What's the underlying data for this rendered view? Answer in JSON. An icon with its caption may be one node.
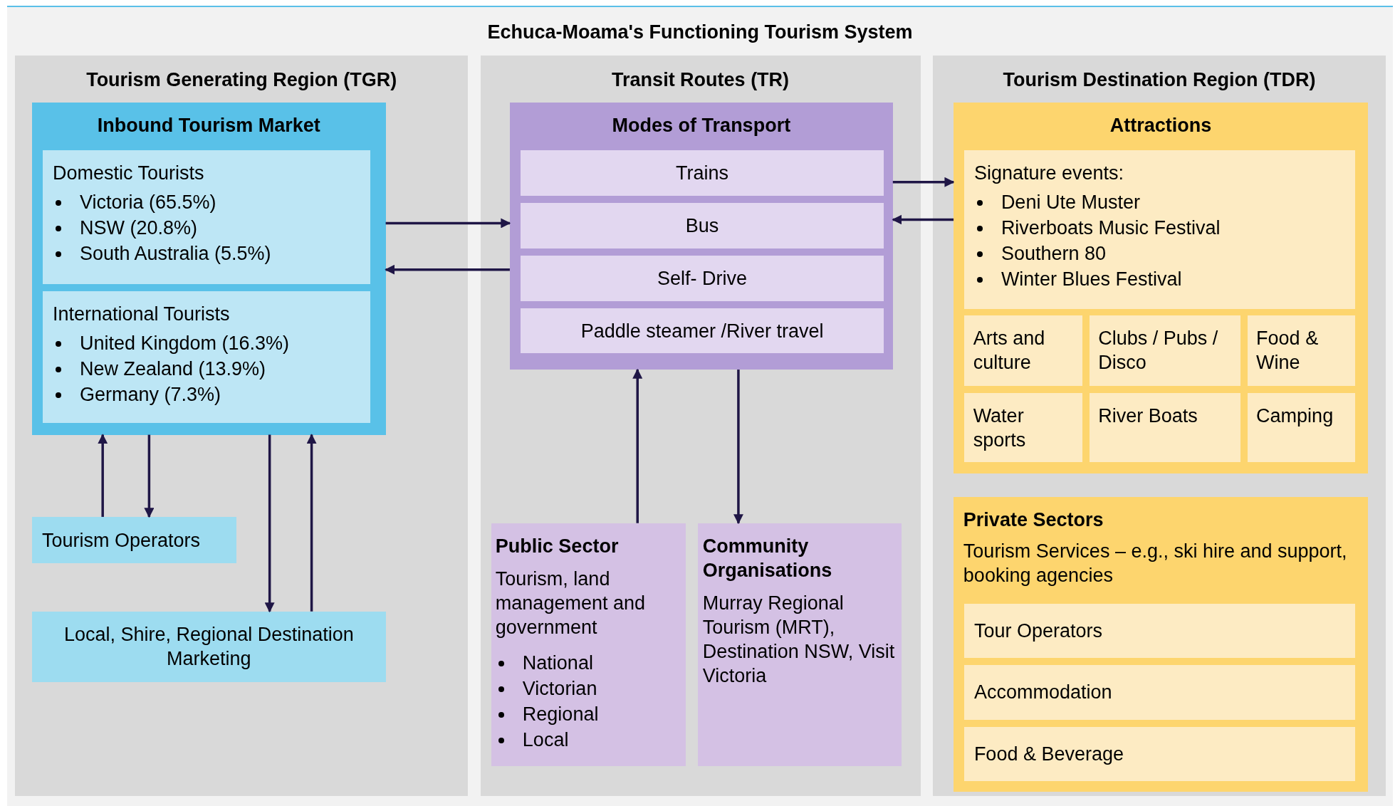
{
  "diagram": {
    "title": "Echuca-Moama's Functioning Tourism System",
    "nodes": [
      {
        "text": [
          "Tourism Generating Region (TGR)"
        ]
      },
      {
        "text": [
          "Inbound Tourism Market"
        ],
        "in": 0
      },
      {
        "text": [
          "Domestic Tourists",
          "Victoria (65.5%)",
          "NSW (20.8%)",
          "South Australia (5.5%)"
        ],
        "in": 1
      },
      {
        "text": [
          "International Tourists",
          "United Kingdom (16.3%)",
          "New Zealand (13.9%)",
          "Germany (7.3%)"
        ],
        "in": 1
      },
      {
        "text": [
          "Tourism Operators"
        ],
        "in": 0
      },
      {
        "text": [
          "Local, Shire, Regional Destination Marketing"
        ],
        "in": 0
      },
      {
        "text": [
          "Transit Routes (TR)"
        ]
      },
      {
        "text": [
          "Modes of Transport"
        ],
        "in": 6
      },
      {
        "text": [
          "Trains"
        ],
        "in": 7
      },
      {
        "text": [
          "Bus"
        ],
        "in": 7
      },
      {
        "text": [
          "Self- Drive"
        ],
        "in": 7
      },
      {
        "text": [
          "Paddle steamer /River travel"
        ],
        "in": 7
      },
      {
        "text": [
          "Public Sector",
          "Tourism, land management and government",
          "National",
          "Victorian",
          "Regional",
          "Local"
        ],
        "in": 6
      },
      {
        "text": [
          "Community Organisations",
          "Murray Regional Tourism (MRT), Destination NSW, Visit Victoria"
        ],
        "in": 6
      },
      {
        "text": [
          "Tourism Destination Region (TDR)"
        ]
      },
      {
        "text": [
          "Attractions"
        ],
        "in": 14
      },
      {
        "text": [
          "Signature events:",
          "Deni Ute Muster",
          "Riverboats Music Festival",
          "Southern 80",
          "Winter Blues Festival"
        ],
        "in": 15
      },
      {
        "text": [
          "Arts and culture"
        ],
        "in": 15
      },
      {
        "text": [
          "Clubs / Pubs / Disco"
        ],
        "in": 15
      },
      {
        "text": [
          "Food & Wine"
        ],
        "in": 15
      },
      {
        "text": [
          "Water sports"
        ],
        "in": 15
      },
      {
        "text": [
          "River Boats"
        ],
        "in": 15
      },
      {
        "text": [
          "Camping"
        ],
        "in": 15
      },
      {
        "text": [
          "Private Sectors",
          "Tourism Services – e.g., ski hire and support, booking agencies"
        ],
        "in": 14
      },
      {
        "text": [
          "Tour Operators"
        ],
        "in": 23
      },
      {
        "text": [
          "Accommodation"
        ],
        "in": 23
      },
      {
        "text": [
          "Food & Beverage"
        ],
        "in": 23
      }
    ],
    "edges": [
      {
        "from": 1,
        "to": 7,
        "arrow": "to"
      },
      {
        "from": 7,
        "to": 1,
        "arrow": "to"
      },
      {
        "from": 7,
        "to": 15,
        "arrow": "to"
      },
      {
        "from": 15,
        "to": 7,
        "arrow": "to"
      },
      {
        "from": 4,
        "to": 1,
        "arrow": "to"
      },
      {
        "from": 1,
        "to": 4,
        "arrow": "to"
      },
      {
        "from": 1,
        "to": 5,
        "arrow": "to"
      },
      {
        "from": 5,
        "to": 1,
        "arrow": "to"
      },
      {
        "from": 12,
        "to": 7,
        "arrow": "to"
      },
      {
        "from": 7,
        "to": 13,
        "arrow": "to"
      }
    ]
  }
}
